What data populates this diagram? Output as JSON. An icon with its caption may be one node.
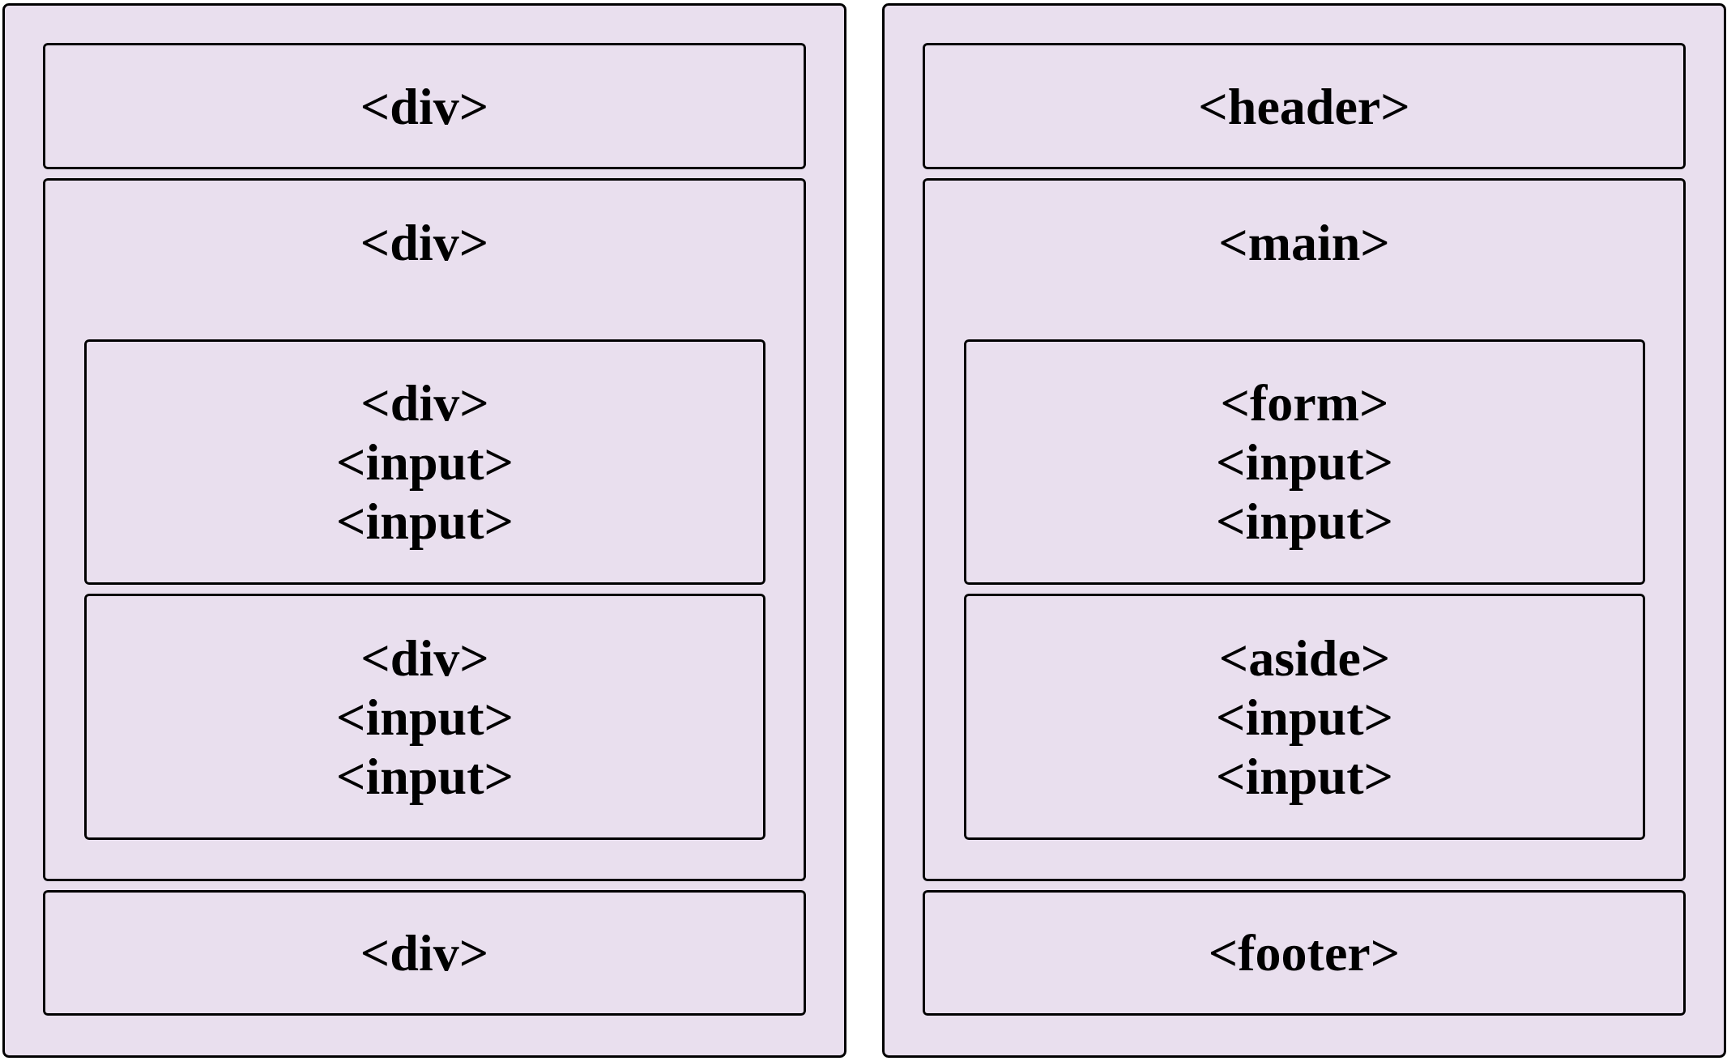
{
  "diagram": {
    "nodes": [
      {
        "text": [],
        "shape": "box"
      },
      {
        "text": [
          "<div>"
        ],
        "in": 0
      },
      {
        "text": [
          "<div>"
        ],
        "in": 0
      },
      {
        "text": [
          "<div>",
          "<input>",
          "<input>"
        ],
        "in": 2
      },
      {
        "text": [
          "<div>",
          "<input>",
          "<input>"
        ],
        "in": 2
      },
      {
        "text": [
          "<div>"
        ],
        "in": 0
      },
      {
        "text": [],
        "shape": "box"
      },
      {
        "text": [
          "<header>"
        ],
        "in": 6
      },
      {
        "text": [
          "<main>"
        ],
        "in": 6
      },
      {
        "text": [
          "<form>",
          "<input>",
          "<input>"
        ],
        "in": 8
      },
      {
        "text": [
          "<aside>",
          "<input>",
          "<input>"
        ],
        "in": 8
      },
      {
        "text": [
          "<footer>"
        ],
        "in": 6
      }
    ]
  }
}
